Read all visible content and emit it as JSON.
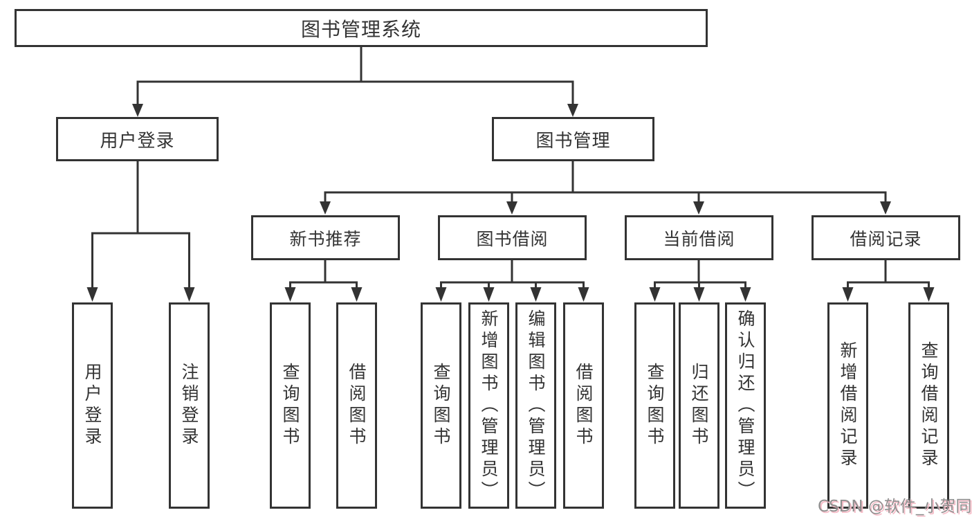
{
  "diagram": {
    "root": {
      "label": "图书管理系统"
    },
    "branches": [
      {
        "label": "用户登录",
        "children": [
          {
            "label": "用户登录"
          },
          {
            "label": "注销登录"
          }
        ]
      },
      {
        "label": "图书管理",
        "children": [
          {
            "label": "新书推荐",
            "children": [
              {
                "label": "查询图书"
              },
              {
                "label": "借阅图书"
              }
            ]
          },
          {
            "label": "图书借阅",
            "children": [
              {
                "label": "查询图书"
              },
              {
                "label": "新增图书（管理员）"
              },
              {
                "label": "编辑图书（管理员）"
              },
              {
                "label": "借阅图书"
              }
            ]
          },
          {
            "label": "当前借阅",
            "children": [
              {
                "label": "查询图书"
              },
              {
                "label": "归还图书"
              },
              {
                "label": "确认归还（管理员）"
              }
            ]
          },
          {
            "label": "借阅记录",
            "children": [
              {
                "label": "新增借阅记录"
              },
              {
                "label": "查询借阅记录"
              }
            ]
          }
        ]
      }
    ]
  },
  "watermark": {
    "text": "CSDN @软件_小贺同学"
  },
  "colors": {
    "line": "#333333",
    "text": "#333333",
    "background": "#ffffff",
    "watermark_text": "#8f8f8f",
    "watermark_shadow": "#f6bdc8"
  }
}
